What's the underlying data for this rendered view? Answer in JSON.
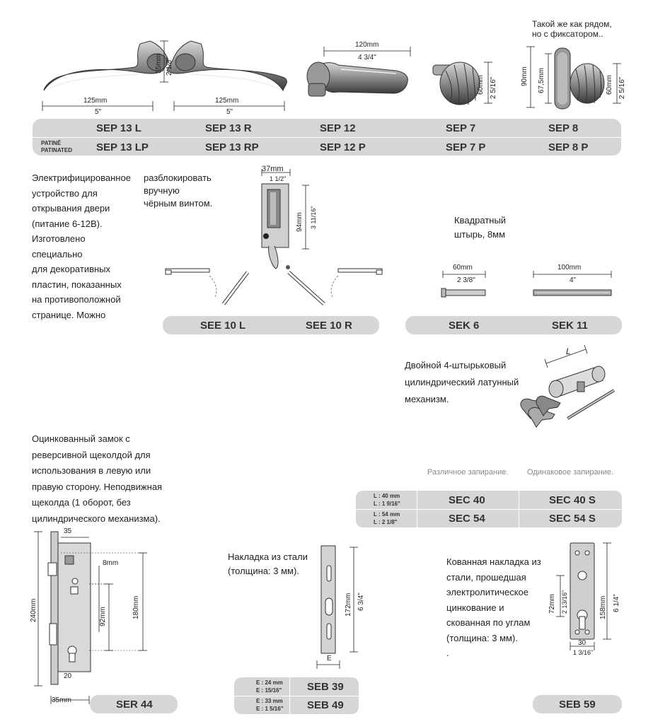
{
  "top_note": {
    "line1": "Такой же как рядом,",
    "line2": "но с фиксатором.."
  },
  "sep_dims": {
    "d125mm_a": "125mm",
    "d5in_a": "5\"",
    "d125mm_b": "125mm",
    "d5in_b": "5\"",
    "d55mm": "55mm",
    "d2_1_8": "2 1/8\"",
    "d120mm": "120mm",
    "d4_3_4": "4 3/4\"",
    "d60mm_a": "60mm",
    "d2_5_16_a": "2 5/16\"",
    "d90mm": "90mm",
    "d67_5mm": "67,5mm",
    "d60mm_b": "60mm",
    "d2_5_16_b": "2 5/16\""
  },
  "sep_table": {
    "patine": "PATINÉ",
    "patinated": "PATINATED",
    "row1": [
      "SEP 13 L",
      "SEP 13 R",
      "SEP 12",
      "SEP 7",
      "SEP 8"
    ],
    "row2": [
      "SEP 13 LP",
      "SEP 13 RP",
      "SEP 12 P",
      "SEP 7 P",
      "SEP 8 P"
    ]
  },
  "see_text": [
    "Электрифицированное",
    "устройство для",
    "открывания двери",
    "(питание 6-12В).",
    "Изготовлено",
    "специально",
    "для декоративных",
    "пластин, показанных",
    "на противоположной",
    "странице. Можно"
  ],
  "see_unlock": [
    "разблокировать",
    "вручную",
    "чёрным винтом."
  ],
  "see_dims": {
    "d37mm": "37mm",
    "d1_1_2": "1 1/2\"",
    "d94mm": "94mm",
    "d3_11_16": "3 11/16\""
  },
  "see_labels": [
    "SEE 10 L",
    "SEE 10 R"
  ],
  "sek_note": [
    "Квадратный",
    "штырь, 8мм"
  ],
  "sek_dims": {
    "d60mm": "60mm",
    "d2_3_8": "2 3/8\"",
    "d100mm": "100mm",
    "d4in": "4\""
  },
  "sek_labels": [
    "SEK 6",
    "SEK 11"
  ],
  "sec_text": [
    "Двойной 4-штырьковый",
    "цилиндрический латунный",
    "механизм."
  ],
  "sec_l": "L",
  "sec_headers": [
    "Различное запирание.",
    "Одинаковое запирание."
  ],
  "sec_rows": [
    {
      "l_mm": "L : 40 mm",
      "l_in": "L : 1 9/16\"",
      "a": "SEC 40",
      "b": "SEC 40 S"
    },
    {
      "l_mm": "L : 54 mm",
      "l_in": "L : 2 1/8\"",
      "a": "SEC 54",
      "b": "SEC 54 S"
    }
  ],
  "ser_text": [
    "Оцинкованный замок с",
    "реверсивной щеколдой для",
    "использования в левую или",
    "правую сторону. Неподвижная",
    "щеколда (1 оборот, без",
    "цилиндрического механизма)."
  ],
  "ser_dims": {
    "d35": "35",
    "d8mm": "8mm",
    "d240mm": "240mm",
    "d92mm": "92mm",
    "d180mm": "180mm",
    "d20": "20",
    "d35mm": "35mm"
  },
  "ser_label": "SER 44",
  "seb_text": [
    "Накладка из стали",
    "(толщина: 3 мм)."
  ],
  "seb_dims": {
    "d172mm": "172mm",
    "d6_3_4": "6 3/4\"",
    "e": "E"
  },
  "seb_rows": [
    {
      "e_mm": "E : 24 mm",
      "e_in": "E : 15/16\"",
      "code": "SEB 39"
    },
    {
      "e_mm": "E : 33 mm",
      "e_in": "E : 1 5/16\"",
      "code": "SEB 49"
    }
  ],
  "seb59_text": [
    "Кованная накладка из",
    "стали, прошедшая",
    "электролитическое",
    "цинкование и",
    "скованная по углам",
    "(толщина: 3 мм).",
    "."
  ],
  "seb59_dims": {
    "d72mm": "72mm",
    "d2_13_16": "2 13/16\"",
    "d158mm": "158mm",
    "d6_1_4": "6 1/4\"",
    "d30": "30",
    "d1_3_16": "1 3/16\""
  },
  "seb59_label": "SEB 59"
}
